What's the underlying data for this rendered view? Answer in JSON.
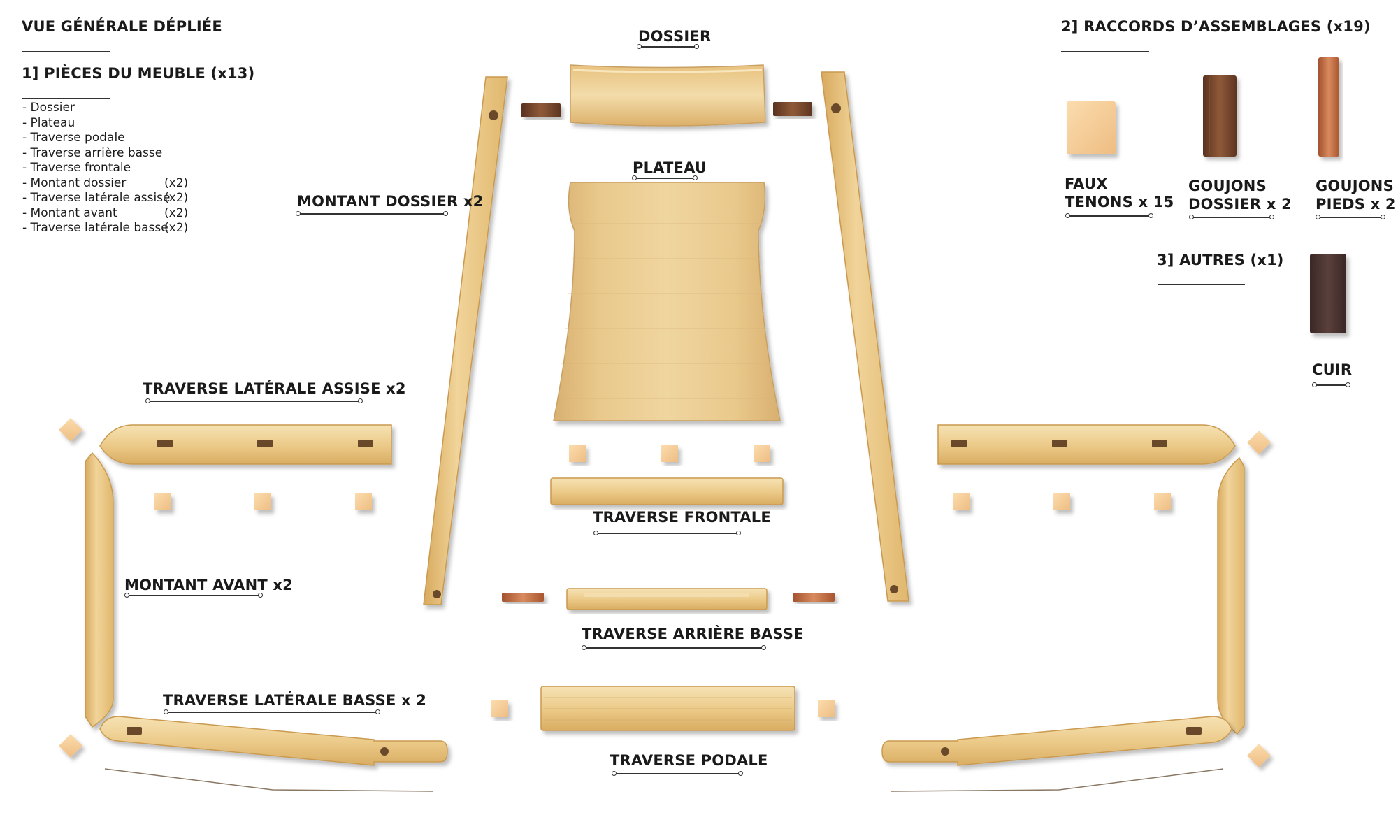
{
  "header": {
    "main_title": "VUE GÉNÉRALE DÉPLIÉE",
    "section1_title": "1] PIÈCES DU MEUBLE (x13)",
    "section2_title": "2] RACCORDS D’ASSEMBLAGES (x19)",
    "section3_title": "3] AUTRES  (x1)"
  },
  "parts_list": [
    {
      "name": "- Dossier",
      "qty": ""
    },
    {
      "name": "- Plateau",
      "qty": ""
    },
    {
      "name": "- Traverse podale",
      "qty": ""
    },
    {
      "name": "- Traverse arrière basse",
      "qty": ""
    },
    {
      "name": "- Traverse frontale",
      "qty": ""
    },
    {
      "name": "- Montant dossier",
      "qty": "(x2)"
    },
    {
      "name": "- Traverse latérale assise",
      "qty": "(x2)"
    },
    {
      "name": "- Montant avant",
      "qty": "(x2)"
    },
    {
      "name": "- Traverse latérale basse",
      "qty": "(x2)"
    }
  ],
  "labels": {
    "dossier": "DOSSIER",
    "plateau": "PLATEAU",
    "montant_dossier": "MONTANT DOSSIER x2",
    "traverse_laterale_assise": "TRAVERSE LATÉRALE ASSISE x2",
    "traverse_frontale": "TRAVERSE FRONTALE",
    "montant_avant": "MONTANT AVANT x2",
    "traverse_arriere_basse": "TRAVERSE ARRIÈRE BASSE",
    "traverse_laterale_basse": "TRAVERSE LATÉRALE BASSE x 2",
    "traverse_podale": "TRAVERSE PODALE",
    "faux_tenons_l1": "FAUX",
    "faux_tenons_l2": "TENONS x 15",
    "goujons_dossier_l1": "GOUJONS",
    "goujons_dossier_l2": "DOSSIER x 2",
    "goujons_pieds_l1": "GOUJONS",
    "goujons_pieds_l2": "PIEDS x 2",
    "cuir": "CUIR"
  },
  "colors": {
    "wood_light": "#efd39a",
    "wood_mid": "#e2bb72",
    "wood_edge": "#c99a4f",
    "tenon": "#f7cf9c",
    "dowel_dark": "#7a4a2e",
    "dowel_red": "#c26a45",
    "leather": "#4a3330"
  }
}
